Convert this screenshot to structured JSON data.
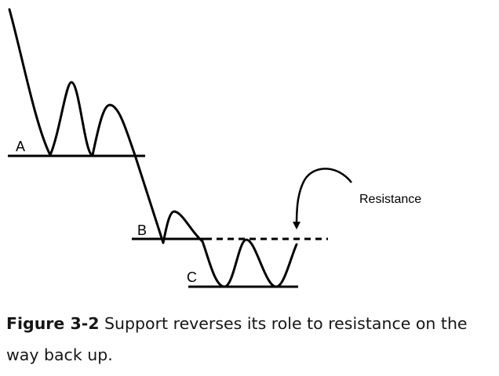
{
  "diagram": {
    "level_labels": {
      "a": "A",
      "b": "B",
      "c": "C"
    },
    "annotation": "Resistance"
  },
  "caption": {
    "figure_number": "Figure 3-2",
    "text": "Support reverses its role to resistance on the way back up."
  }
}
